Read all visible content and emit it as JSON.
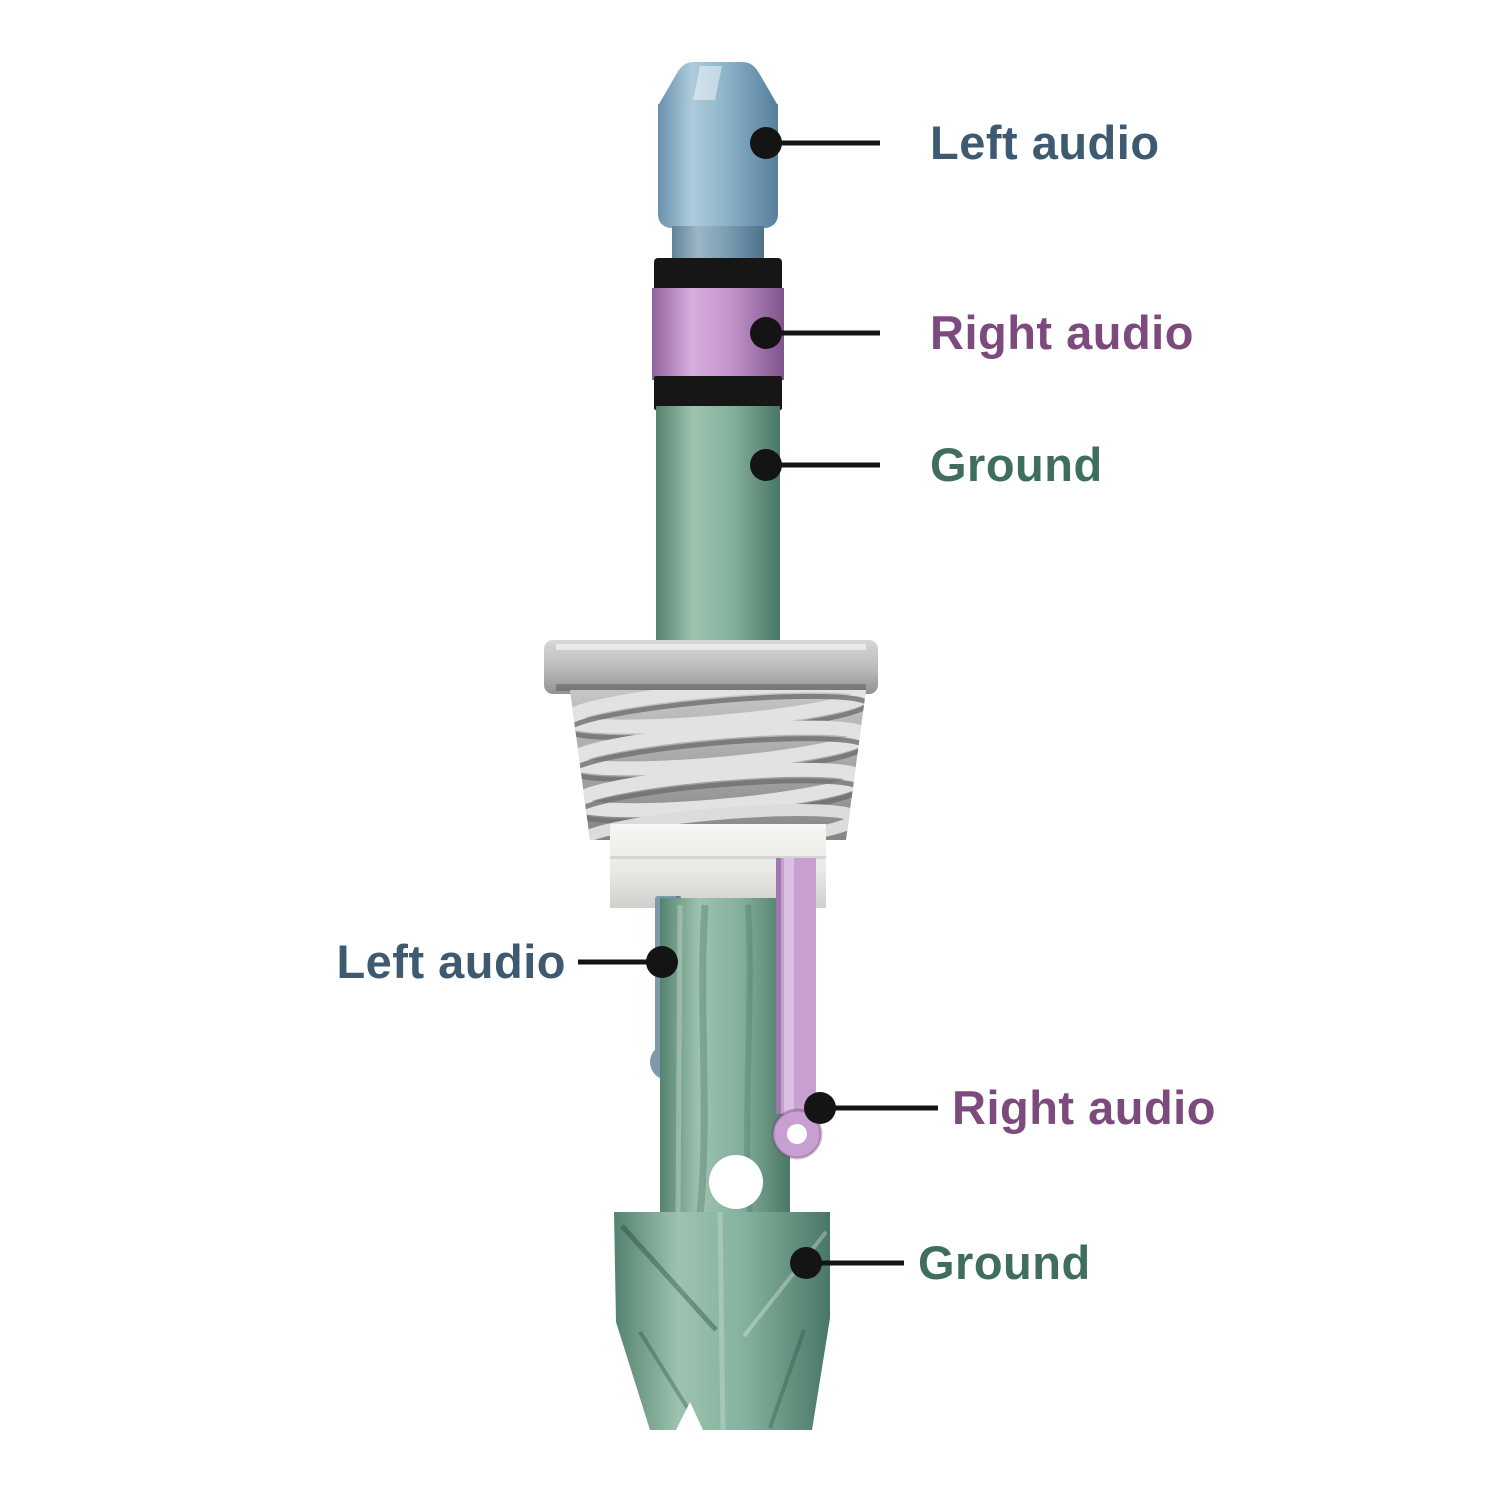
{
  "figure": {
    "background": "#ffffff",
    "callouts": {
      "tip": {
        "label": "Left audio",
        "color": "#3d5a70"
      },
      "ring": {
        "label": "Right audio",
        "color": "#7c4a7d"
      },
      "sleeve": {
        "label": "Ground",
        "color": "#3f6e5c"
      },
      "lug_left": {
        "label": "Left audio",
        "color": "#3d5a70"
      },
      "lug_right": {
        "label": "Right audio",
        "color": "#7c4a7d"
      },
      "lug_ground": {
        "label": "Ground",
        "color": "#3f6e5c"
      }
    },
    "part_colors": {
      "tip": "#8fb5c9",
      "ring": "#c394cc",
      "sleeve": "#83b09c",
      "insulator": "#161616",
      "collar": "#bdbdbd",
      "threads": "#a6a6a6",
      "spacer": "#ecece9",
      "callout_line": "#141414"
    }
  }
}
